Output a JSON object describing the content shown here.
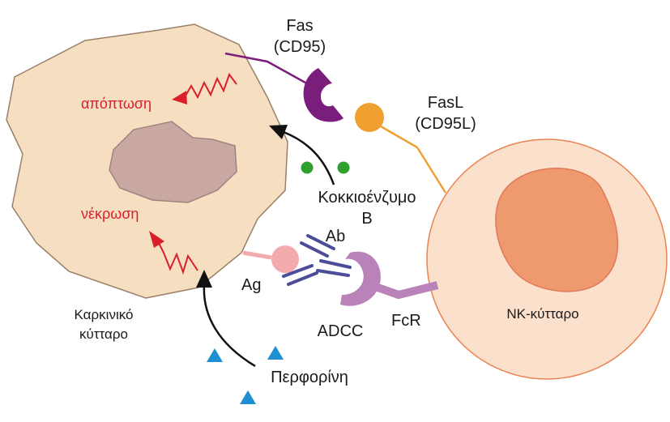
{
  "labels": {
    "fas_line1": "Fas",
    "fas_line2": "(CD95)",
    "fasl_line1": "FasL",
    "fasl_line2": "(CD95L)",
    "apoptosis": "απόπτωση",
    "necrosis": "νέκρωση",
    "granzyme_line1": "Κοκκιοένζυμο",
    "granzyme_line2": "Β",
    "ab": "Ab",
    "ag": "Ag",
    "fcr": "FcR",
    "adcc": "ADCC",
    "cancer_cell_line1": "Καρκινικό",
    "cancer_cell_line2": "κύτταρο",
    "nk_cell": "NK-κύτταρο",
    "perforin": "Περφορίνη"
  },
  "colors": {
    "cancer_cell_fill": "#f6dfc0",
    "cancer_cell_stroke": "#9a7f68",
    "nucleus_fill": "#c9a7a3",
    "nk_cell_fill": "#fbe0cc",
    "nk_cell_stroke": "#e8834f",
    "nk_nucleus_fill": "#ef9a6e",
    "fas": "#7b1d7b",
    "fasl": "#f0a030",
    "granzyme": "#2ea02e",
    "antigen": "#f4a9ad",
    "antibody": "#4c4c99",
    "fcr": "#b983b9",
    "perforin": "#1e8fd0",
    "red_text": "#d9202a"
  }
}
